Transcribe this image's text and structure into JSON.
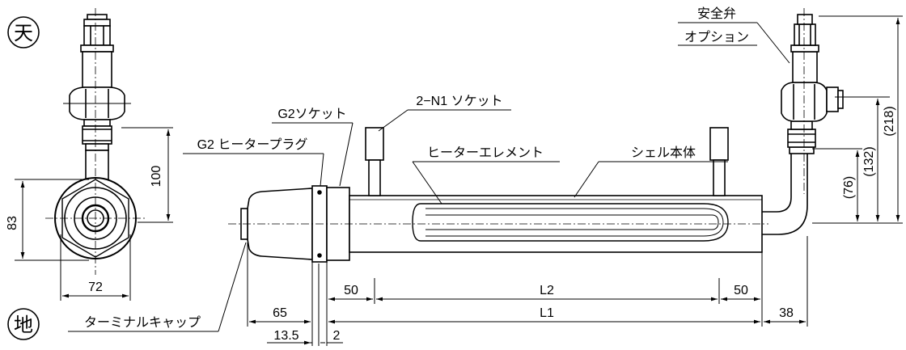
{
  "symbols": {
    "top": "天",
    "bottom": "地"
  },
  "labels": {
    "safety_valve": "安全弁",
    "option": "オプション",
    "g2_socket": "G2ソケット",
    "n1_socket": "2−N1 ソケット",
    "heater_plug": "G2 ヒータープラグ",
    "heater_element": "ヒーターエレメント",
    "shell_body": "シェル本体",
    "terminal_cap": "ターミナルキャップ"
  },
  "dimensions": {
    "d100": "100",
    "d83": "83",
    "d72": "72",
    "d50_left": "50",
    "d50_right": "50",
    "L2": "L2",
    "L1": "L1",
    "d65": "65",
    "d38": "38",
    "d13_5": "13.5",
    "d2": "2",
    "d76": "(76)",
    "d132": "(132)",
    "d218": "(218)"
  },
  "colors": {
    "line": "#000000",
    "background": "#ffffff"
  }
}
